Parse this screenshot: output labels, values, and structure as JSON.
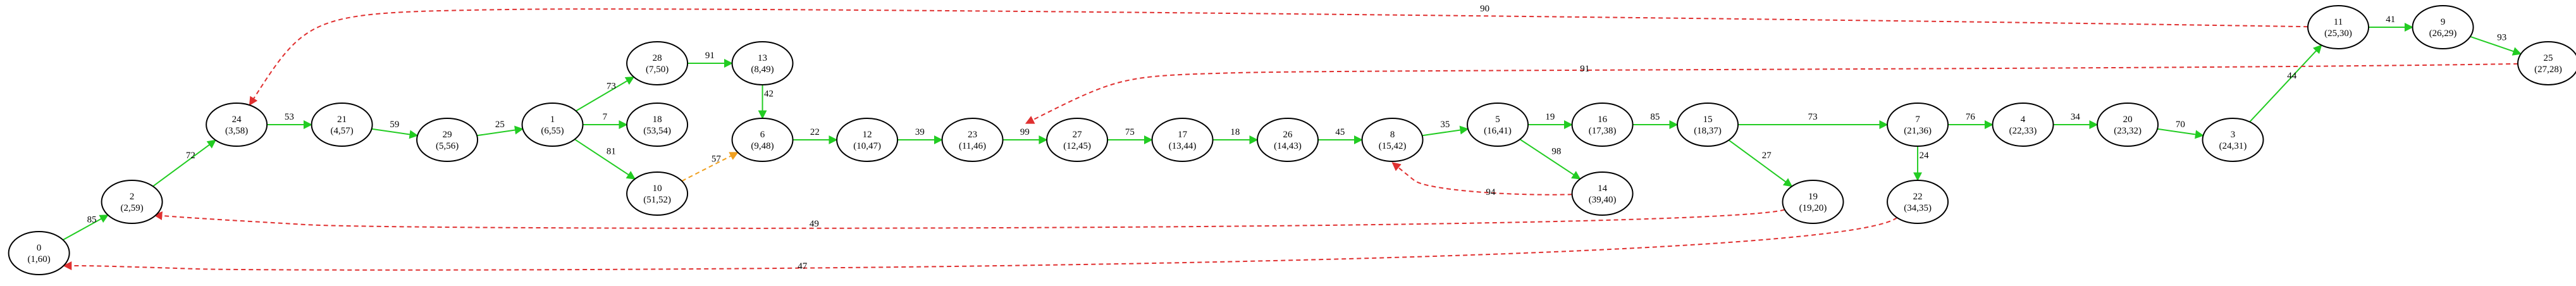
{
  "colors": {
    "tree_edge": "#22cc22",
    "back_edge": "#e03030",
    "cross_edge": "#f0a020",
    "node_stroke": "#000000"
  },
  "nodes": [
    {
      "id": "0",
      "label": "0",
      "sub": "(1,60)"
    },
    {
      "id": "2",
      "label": "2",
      "sub": "(2,59)"
    },
    {
      "id": "24",
      "label": "24",
      "sub": "(3,58)"
    },
    {
      "id": "21",
      "label": "21",
      "sub": "(4,57)"
    },
    {
      "id": "29",
      "label": "29",
      "sub": "(5,56)"
    },
    {
      "id": "1",
      "label": "1",
      "sub": "(6,55)"
    },
    {
      "id": "28",
      "label": "28",
      "sub": "(7,50)"
    },
    {
      "id": "13",
      "label": "13",
      "sub": "(8,49)"
    },
    {
      "id": "18",
      "label": "18",
      "sub": "(53,54)"
    },
    {
      "id": "10",
      "label": "10",
      "sub": "(51,52)"
    },
    {
      "id": "6",
      "label": "6",
      "sub": "(9,48)"
    },
    {
      "id": "12",
      "label": "12",
      "sub": "(10,47)"
    },
    {
      "id": "23",
      "label": "23",
      "sub": "(11,46)"
    },
    {
      "id": "27",
      "label": "27",
      "sub": "(12,45)"
    },
    {
      "id": "17",
      "label": "17",
      "sub": "(13,44)"
    },
    {
      "id": "26",
      "label": "26",
      "sub": "(14,43)"
    },
    {
      "id": "8",
      "label": "8",
      "sub": "(15,42)"
    },
    {
      "id": "5",
      "label": "5",
      "sub": "(16,41)"
    },
    {
      "id": "16",
      "label": "16",
      "sub": "(17,38)"
    },
    {
      "id": "14",
      "label": "14",
      "sub": "(39,40)"
    },
    {
      "id": "15",
      "label": "15",
      "sub": "(18,37)"
    },
    {
      "id": "19",
      "label": "19",
      "sub": "(19,20)"
    },
    {
      "id": "7",
      "label": "7",
      "sub": "(21,36)"
    },
    {
      "id": "22",
      "label": "22",
      "sub": "(34,35)"
    },
    {
      "id": "4",
      "label": "4",
      "sub": "(22,33)"
    },
    {
      "id": "20",
      "label": "20",
      "sub": "(23,32)"
    },
    {
      "id": "3",
      "label": "3",
      "sub": "(24,31)"
    },
    {
      "id": "11",
      "label": "11",
      "sub": "(25,30)"
    },
    {
      "id": "9",
      "label": "9",
      "sub": "(26,29)"
    },
    {
      "id": "25",
      "label": "25",
      "sub": "(27,28)"
    }
  ],
  "edges": [
    {
      "from": "0",
      "to": "2",
      "weight": "85",
      "kind": "tree"
    },
    {
      "from": "2",
      "to": "24",
      "weight": "72",
      "kind": "tree"
    },
    {
      "from": "24",
      "to": "21",
      "weight": "53",
      "kind": "tree"
    },
    {
      "from": "21",
      "to": "29",
      "weight": "59",
      "kind": "tree"
    },
    {
      "from": "29",
      "to": "1",
      "weight": "25",
      "kind": "tree"
    },
    {
      "from": "1",
      "to": "28",
      "weight": "73",
      "kind": "tree"
    },
    {
      "from": "1",
      "to": "18",
      "weight": "7",
      "kind": "tree"
    },
    {
      "from": "1",
      "to": "10",
      "weight": "81",
      "kind": "tree"
    },
    {
      "from": "28",
      "to": "13",
      "weight": "91",
      "kind": "tree"
    },
    {
      "from": "13",
      "to": "6",
      "weight": "42",
      "kind": "tree"
    },
    {
      "from": "10",
      "to": "6",
      "weight": "57",
      "kind": "cross"
    },
    {
      "from": "6",
      "to": "12",
      "weight": "22",
      "kind": "tree"
    },
    {
      "from": "12",
      "to": "23",
      "weight": "39",
      "kind": "tree"
    },
    {
      "from": "23",
      "to": "27",
      "weight": "99",
      "kind": "tree"
    },
    {
      "from": "27",
      "to": "17",
      "weight": "75",
      "kind": "tree"
    },
    {
      "from": "17",
      "to": "26",
      "weight": "18",
      "kind": "tree"
    },
    {
      "from": "26",
      "to": "8",
      "weight": "45",
      "kind": "tree"
    },
    {
      "from": "8",
      "to": "5",
      "weight": "35",
      "kind": "tree"
    },
    {
      "from": "5",
      "to": "16",
      "weight": "19",
      "kind": "tree"
    },
    {
      "from": "5",
      "to": "14",
      "weight": "98",
      "kind": "tree"
    },
    {
      "from": "14",
      "to": "8",
      "weight": "94",
      "kind": "back"
    },
    {
      "from": "16",
      "to": "15",
      "weight": "85",
      "kind": "tree"
    },
    {
      "from": "15",
      "to": "7",
      "weight": "73",
      "kind": "tree"
    },
    {
      "from": "15",
      "to": "19",
      "weight": "27",
      "kind": "tree"
    },
    {
      "from": "19",
      "to": "2",
      "weight": "49",
      "kind": "back"
    },
    {
      "from": "7",
      "to": "4",
      "weight": "76",
      "kind": "tree"
    },
    {
      "from": "7",
      "to": "22",
      "weight": "24",
      "kind": "tree"
    },
    {
      "from": "22",
      "to": "0",
      "weight": "47",
      "kind": "back"
    },
    {
      "from": "4",
      "to": "20",
      "weight": "34",
      "kind": "tree"
    },
    {
      "from": "20",
      "to": "3",
      "weight": "70",
      "kind": "tree"
    },
    {
      "from": "3",
      "to": "11",
      "weight": "44",
      "kind": "tree"
    },
    {
      "from": "11",
      "to": "9",
      "weight": "41",
      "kind": "tree"
    },
    {
      "from": "11",
      "to": "24",
      "weight": "90",
      "kind": "back"
    },
    {
      "from": "9",
      "to": "25",
      "weight": "93",
      "kind": "tree"
    },
    {
      "from": "25",
      "to": "27",
      "weight": "91",
      "kind": "back"
    }
  ]
}
